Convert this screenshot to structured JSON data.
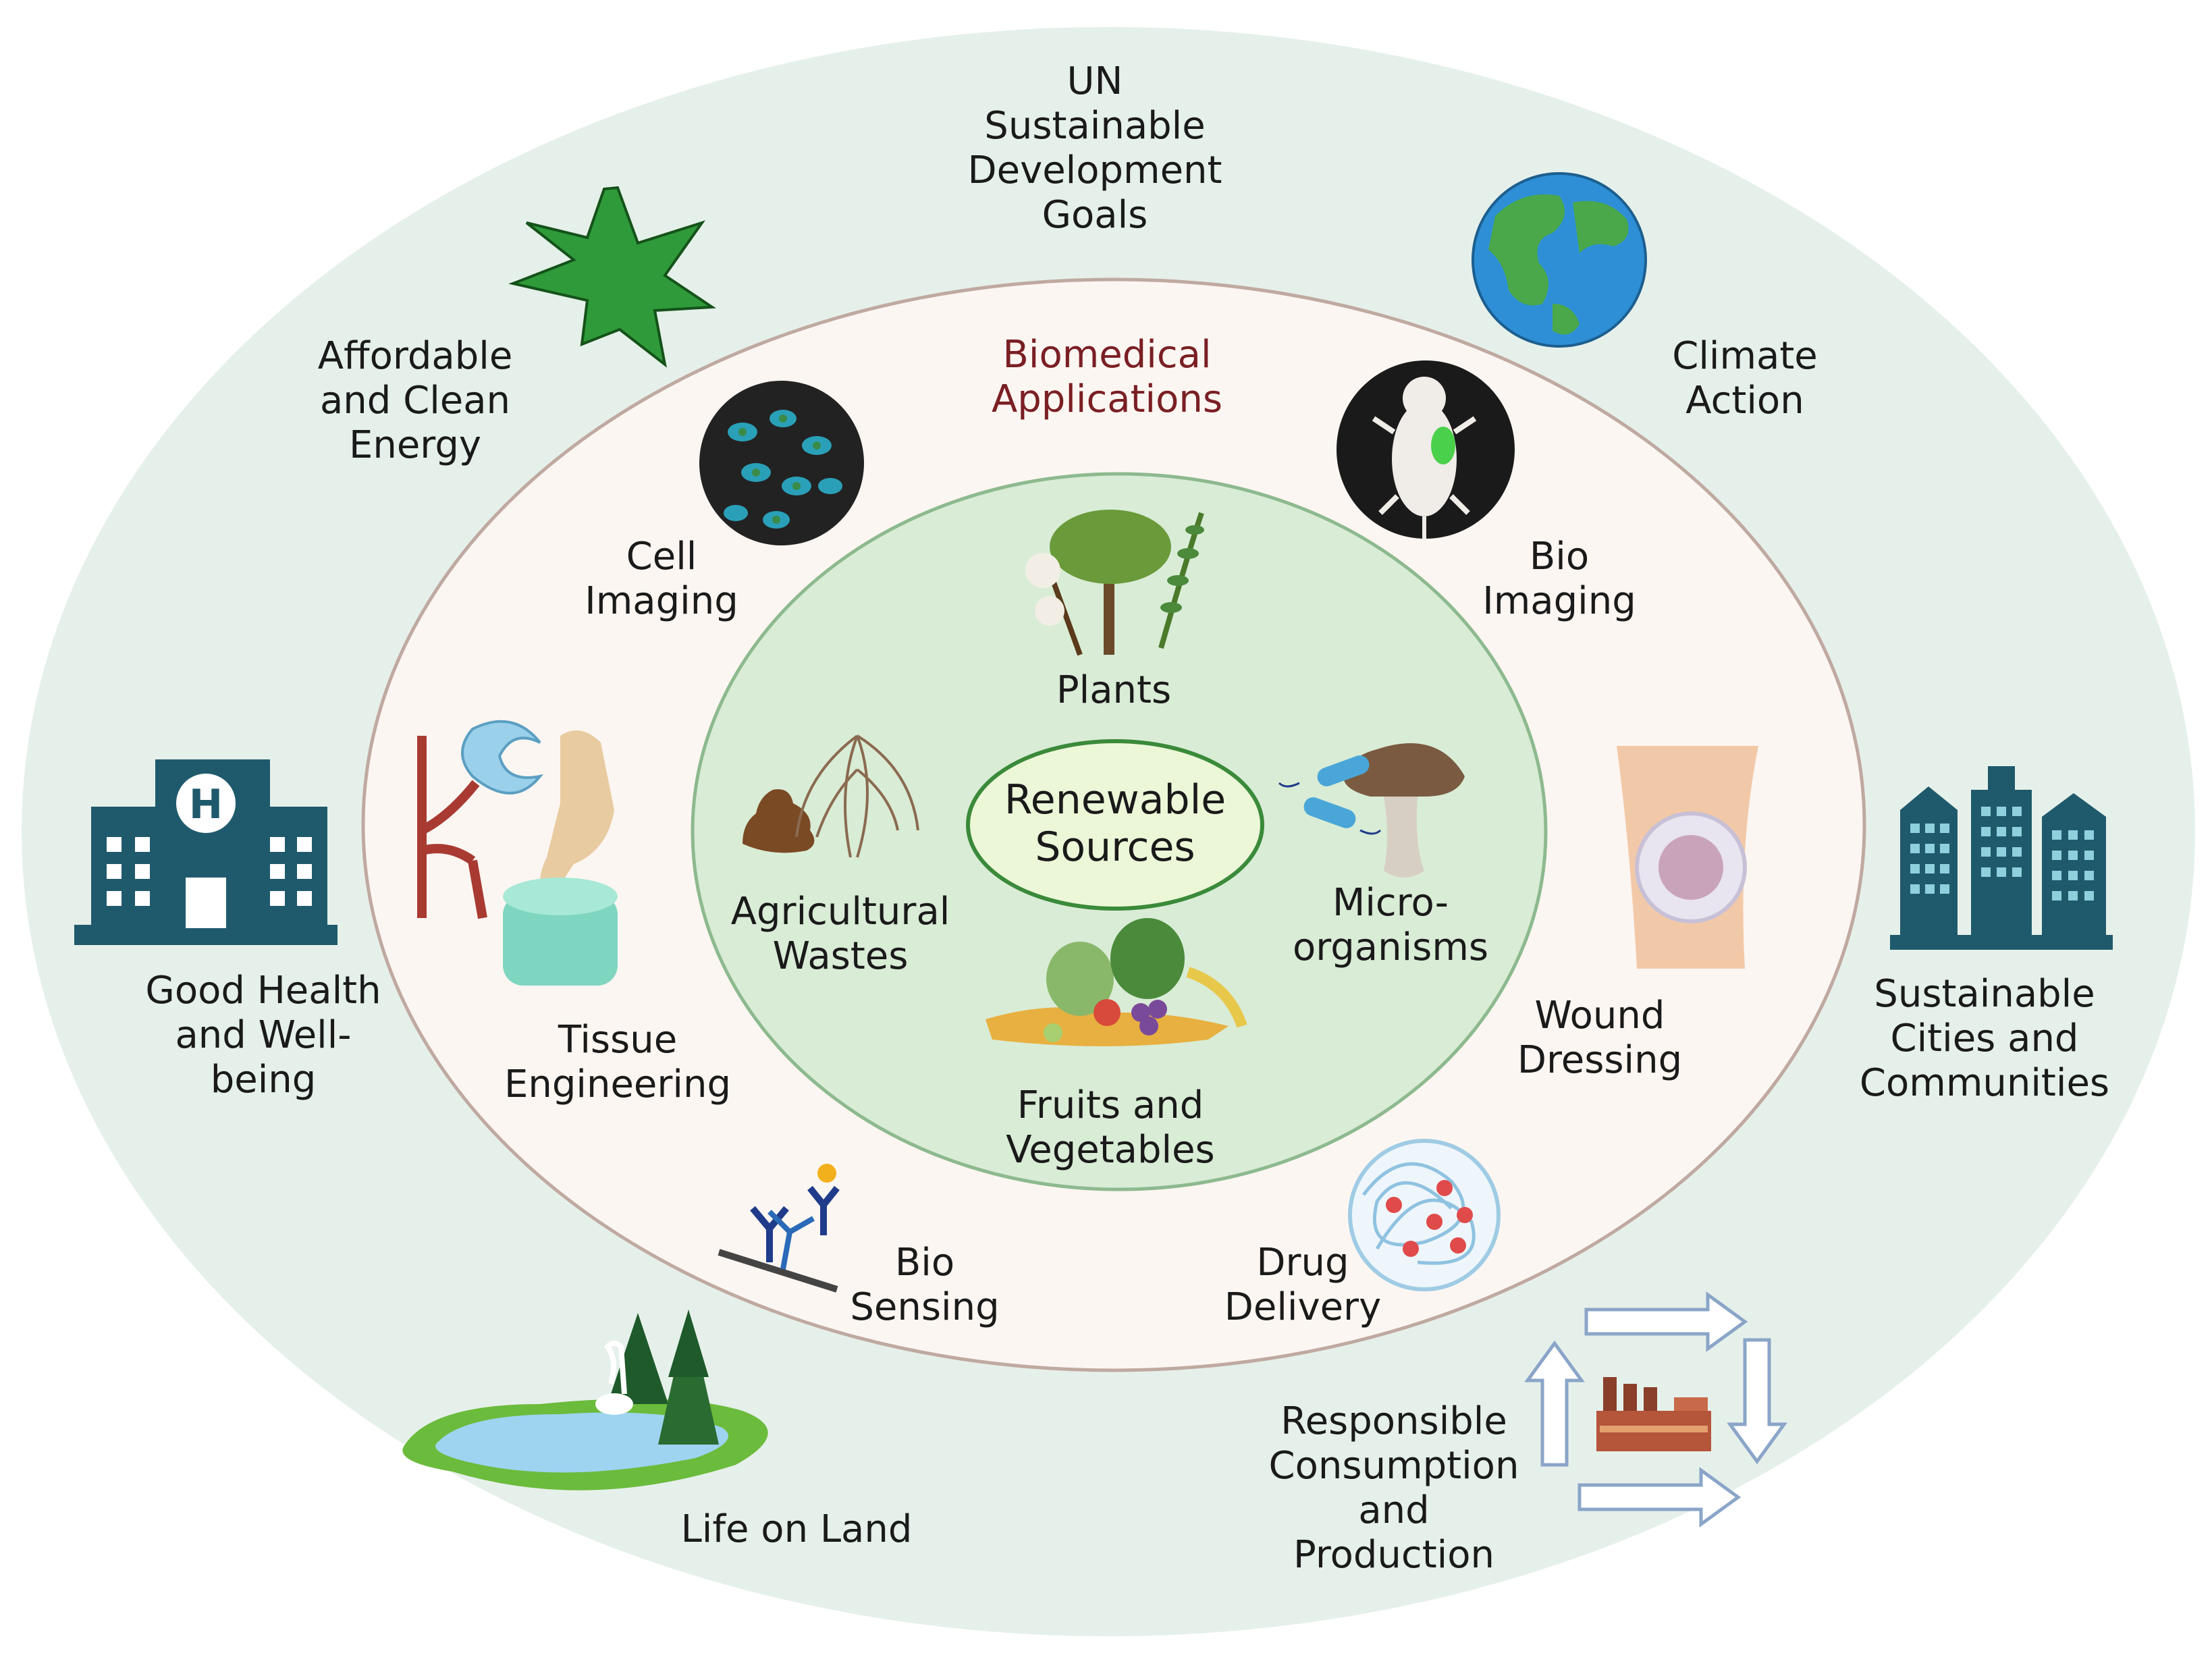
{
  "colors": {
    "outer_ring": "#e6f0ea",
    "middle_ring": "#fcf6f2",
    "inner_ring": "#d9ecd6",
    "center_ellipse": "#ecf7d8",
    "ring_stroke": "#bfa9a0",
    "heading_red": "#7a1f24",
    "building_teal": "#1f5a6c"
  },
  "outer": {
    "title": "UN\nSustainable\nDevelopment\nGoals",
    "goals": {
      "energy": "Affordable\nand Clean\nEnergy",
      "climate": "Climate\nAction",
      "health": "Good Health\nand Well-\nbeing",
      "cities": "Sustainable\nCities and\nCommunities",
      "land": "Life on Land",
      "consumption": "Responsible\nConsumption\nand\nProduction"
    },
    "icons": {
      "energy": "starburst-icon",
      "climate": "earth-globe-icon",
      "health": "hospital-icon",
      "cities": "city-buildings-icon",
      "land": "pond-with-trees-icon",
      "consumption": "factory-cycle-icon"
    }
  },
  "middle": {
    "title": "Biomedical\nApplications",
    "applications": {
      "cell_imaging": "Cell\nImaging",
      "bio_imaging": "Bio\nImaging",
      "tissue_engineering": "Tissue\nEngineering",
      "wound_dressing": "Wound\nDressing",
      "bio_sensing": "Bio\nSensing",
      "drug_delivery": "Drug\nDelivery"
    },
    "icons": {
      "cell_imaging": "cells-micrograph-icon",
      "bio_imaging": "mouse-imaging-icon",
      "tissue_engineering": "tissue-scaffold-icon",
      "wound_dressing": "wound-dressing-icon",
      "bio_sensing": "antibody-sensor-icon",
      "drug_delivery": "nanoparticle-network-icon"
    }
  },
  "inner": {
    "center_label": "Renewable\nSources",
    "sources": {
      "plants": "Plants",
      "agricultural_wastes": "Agricultural\nWastes",
      "microorganisms": "Micro-\norganisms",
      "fruits_vegetables": "Fruits and\nVegetables"
    },
    "icons": {
      "plants": "plants-trees-icon",
      "agricultural_wastes": "manure-roots-icon",
      "microorganisms": "mushroom-bacteria-icon",
      "fruits_vegetables": "produce-pile-icon"
    }
  }
}
